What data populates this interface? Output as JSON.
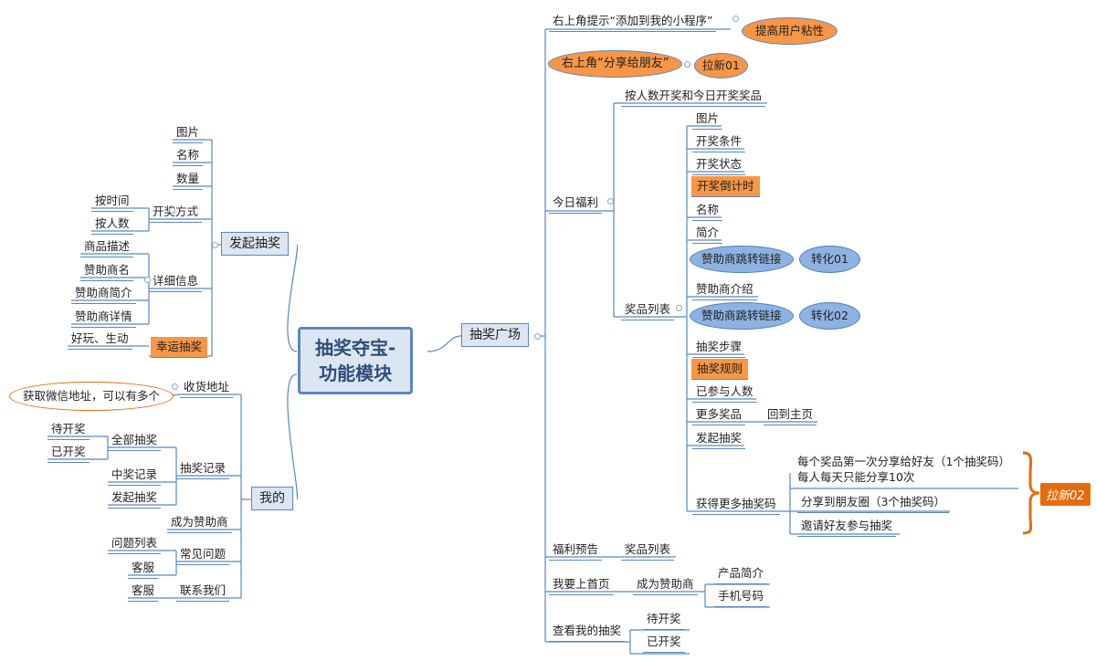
{
  "root": {
    "line1": "抽奖夺宝-",
    "line2": "功能模块"
  },
  "left_top": {
    "branch": "发起抽奖",
    "image": "图片",
    "name": "名称",
    "quantity": "数量",
    "draw_mode": {
      "label": "开奖方式",
      "children": [
        "按时间",
        "按人数"
      ]
    },
    "details": {
      "label": "详细信息",
      "children": [
        "商品描述",
        "赞助商名",
        "赞助商简介",
        "赞助商详情"
      ]
    },
    "fun_label": "好玩、生动",
    "lucky": "幸运抽奖"
  },
  "left_bottom": {
    "branch": "我的",
    "address": {
      "label": "收货地址",
      "note": "获取微信地址，可以有多个"
    },
    "records": {
      "label": "抽奖记录",
      "all": {
        "label": "全部抽奖",
        "children": [
          "待开奖",
          "已开奖"
        ]
      },
      "won": "中奖记录",
      "initiated": "发起抽奖"
    },
    "become_sponsor": "成为赞助商",
    "faq": {
      "label": "常见问题",
      "children": [
        "问题列表",
        "客服"
      ]
    },
    "contact": {
      "label": "联系我们",
      "children": [
        "客服"
      ]
    }
  },
  "right": {
    "branch": "抽奖广场",
    "add_tip": {
      "label": "右上角提示“添加到我的小程序”",
      "result": "提高用户粘性"
    },
    "share_tip": {
      "label": "右上角“分享给朋友”",
      "result": "拉新01"
    },
    "today": {
      "label": "今日福利",
      "by_count": "按人数开奖和今日开奖奖品",
      "list": {
        "label": "奖品列表",
        "items": [
          "图片",
          "开奖条件",
          "开奖状态",
          "开奖倒计时",
          "名称",
          "简介",
          "赞助商跳转链接",
          "赞助商介绍",
          "赞助商跳转链接",
          "抽奖步骤",
          "抽奖规则",
          "已参与人数",
          "更多奖品",
          "发起抽奖"
        ],
        "convert1": "转化01",
        "convert2": "转化02",
        "back_home": "回到主页",
        "more_codes": {
          "label": "获得更多抽奖码",
          "children": [
            "每个奖品第一次分享给好友（1个抽奖码）",
            "每人每天只能分享10次",
            "分享到朋友圈（3个抽奖码）",
            "邀请好友参与抽奖"
          ],
          "brace": "拉新02"
        }
      }
    },
    "preview": {
      "label": "福利预告",
      "child": "奖品列表"
    },
    "homepage": {
      "label": "我要上首页",
      "sponsor": "成为赞助商",
      "children": [
        "产品简介",
        "手机号码"
      ]
    },
    "mine": {
      "label": "查看我的抽奖",
      "children": [
        "待开奖",
        "已开奖"
      ]
    }
  },
  "colors": {
    "line": "#5b86c4",
    "node_fill": "#dce6f2",
    "orange": "#f79646",
    "blue_ellipse": "#8db3e2",
    "brace": "#e46c0a"
  }
}
